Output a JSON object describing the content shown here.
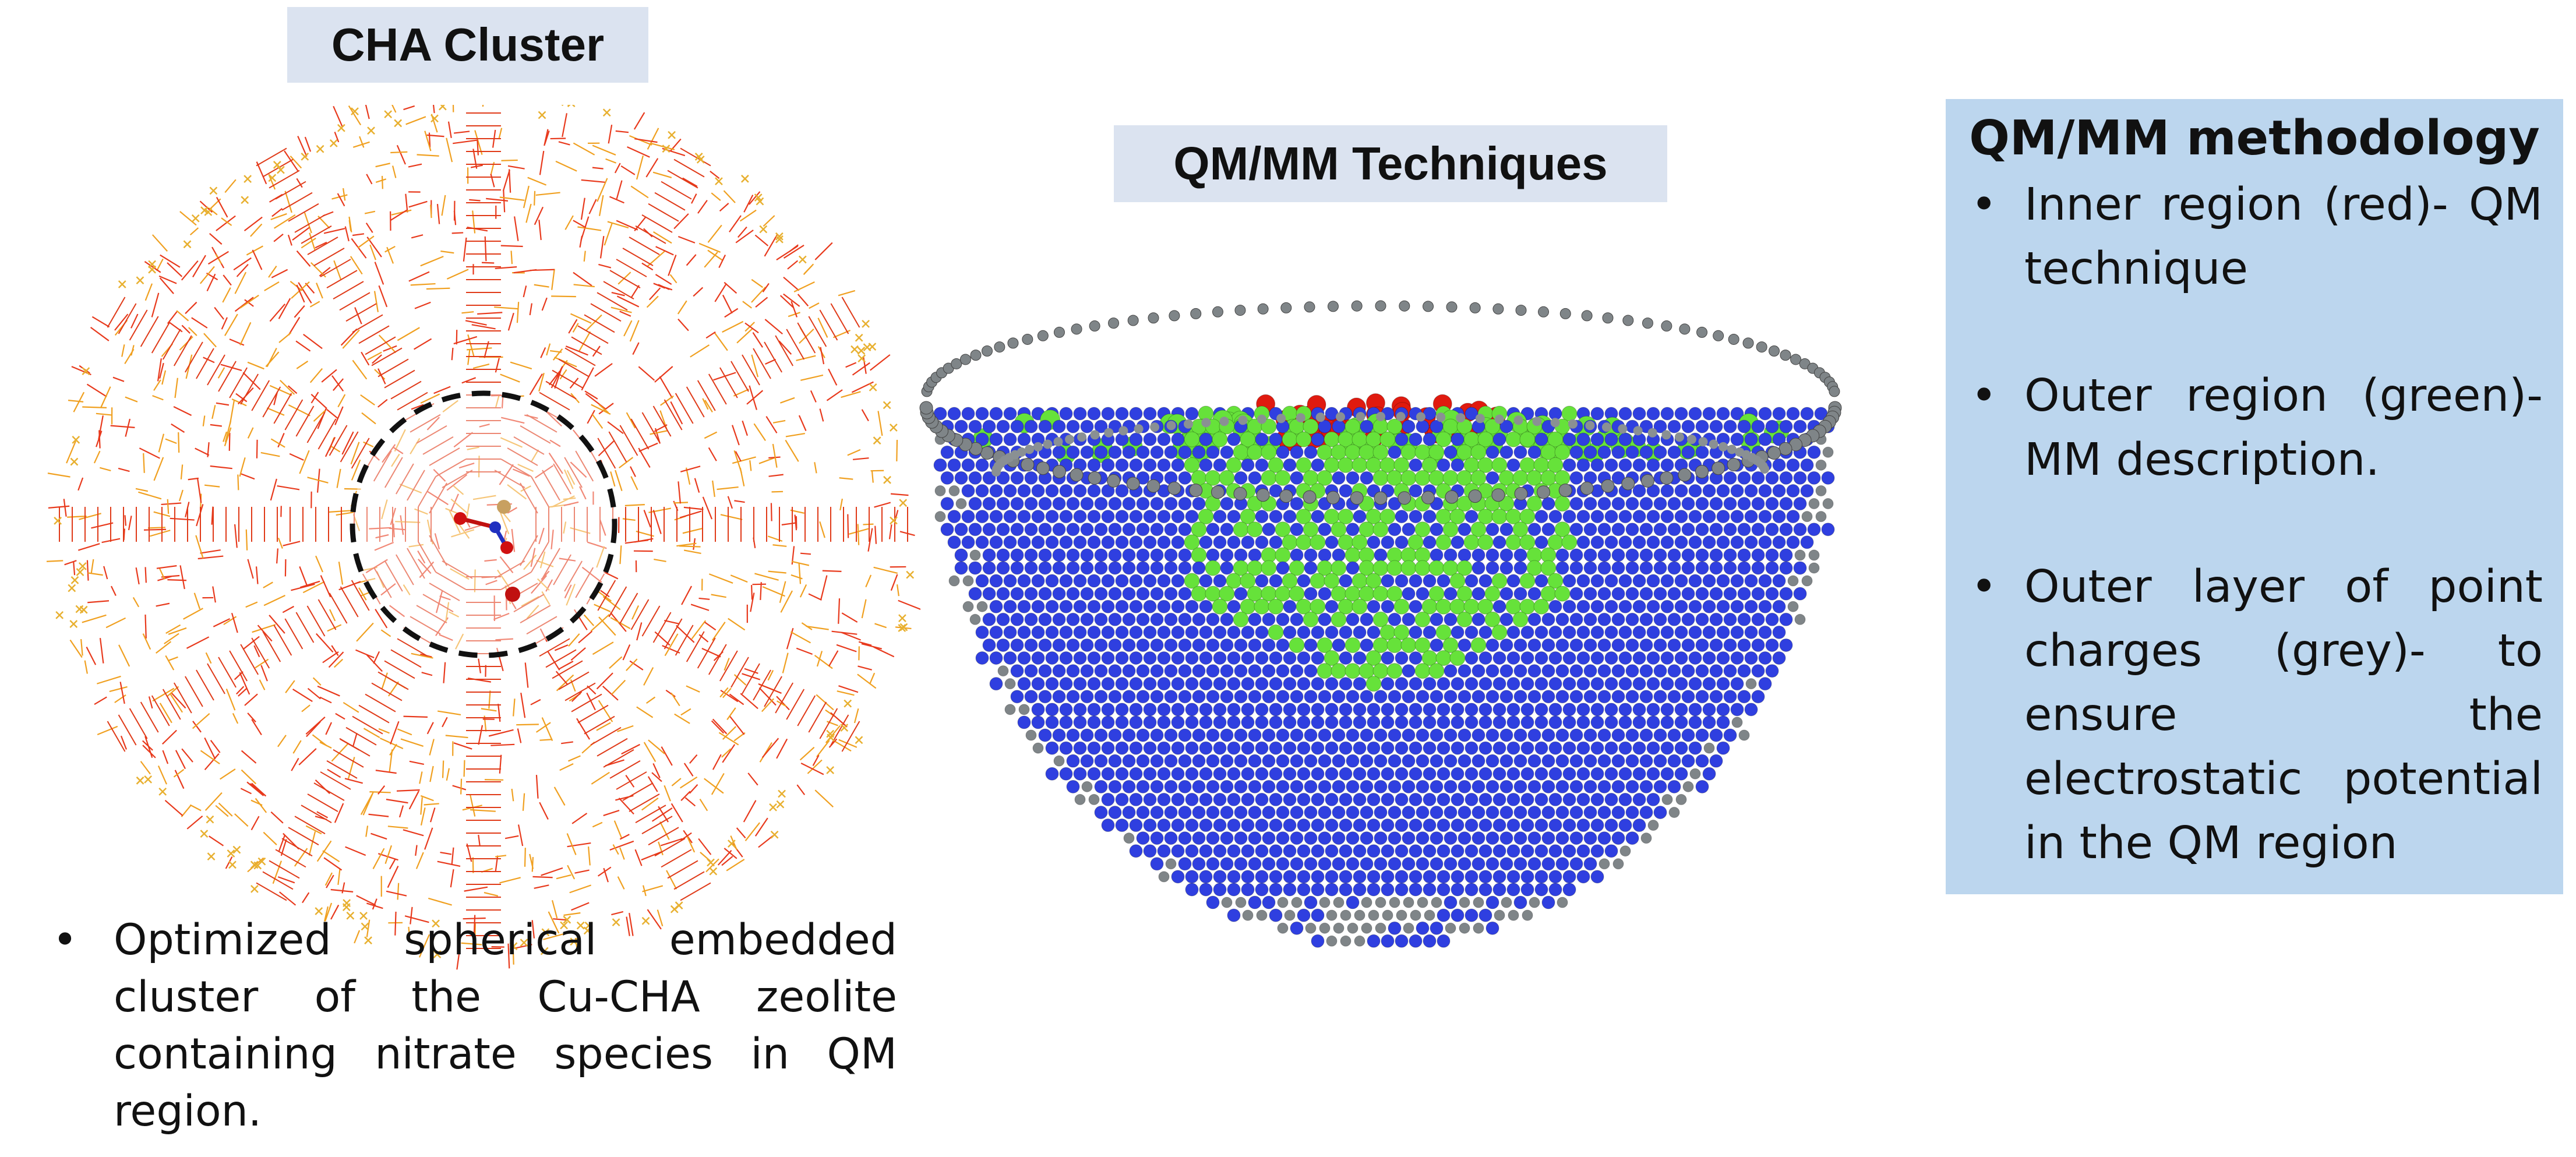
{
  "cha_cluster": {
    "title": "CHA Cluster",
    "caption": "Optimized spherical embedded cluster of the Cu-CHA zeolite containing nitrate species in QM region."
  },
  "qmmm_techniques": {
    "title": "QM/MM Techniques"
  },
  "methodology": {
    "heading": "QM/MM methodology",
    "items": [
      "Inner region (red)- QM technique",
      "Outer region (green)- MM description.",
      "Outer layer of point charges (grey)- to ensure the electrostatic potential in the QM region"
    ]
  },
  "colors": {
    "title_box": "#dbe3f0",
    "panel": "#bcd6ee",
    "qm_red": "#e01a0f",
    "mm_green": "#66e23a",
    "mm_blue": "#2f3fe0",
    "point_charge_grey": "#7f8588",
    "framework_orange": "#f0a020"
  }
}
